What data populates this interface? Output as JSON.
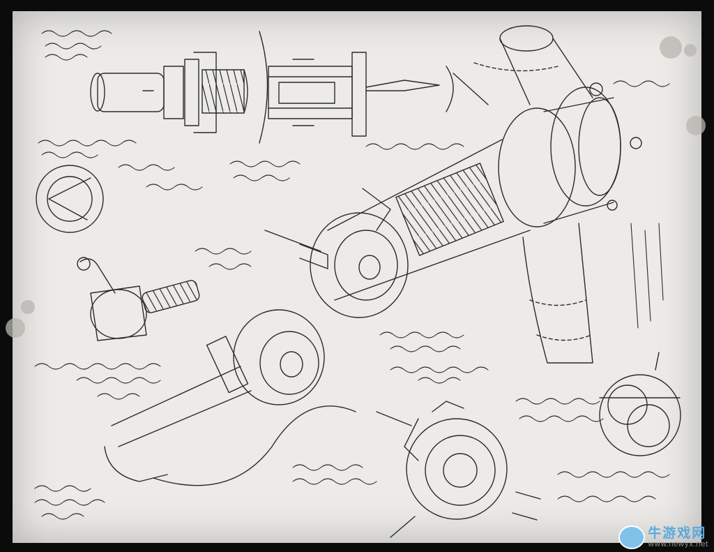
{
  "image": {
    "subject": "hand-drawn pencil blueprint of a mechanical gun-like device with exploded part sketches and illegible scribbled annotations on aged paper",
    "style": "graphite sketch on off-white paper, black border"
  },
  "watermark": {
    "brand": "牛游戏网",
    "url": "www.newyx.net"
  },
  "colors": {
    "border": "#0b0b0b",
    "paper": "#ecebe8",
    "pencil": "#2a2a2a",
    "stain": "#b9b6b0",
    "watermark_blue": "#5aa9de"
  }
}
